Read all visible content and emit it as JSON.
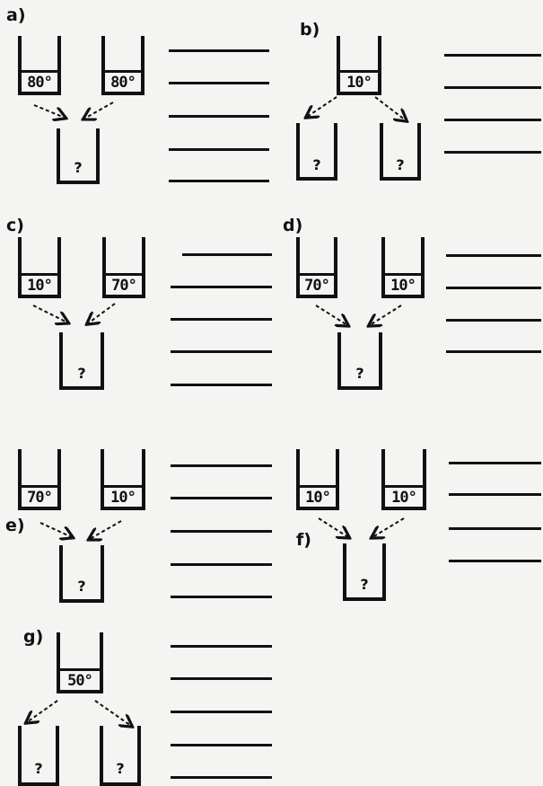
{
  "problems": {
    "a": {
      "label": "a)",
      "left_temp": "80°",
      "right_temp": "80°",
      "result": "?"
    },
    "b": {
      "label": "b)",
      "source_temp": "10°",
      "left_result": "?",
      "right_result": "?"
    },
    "c": {
      "label": "c)",
      "left_temp": "10°",
      "right_temp": "70°",
      "result": "?"
    },
    "d": {
      "label": "d)",
      "left_temp": "70°",
      "right_temp": "10°",
      "result": "?"
    },
    "e": {
      "label": "e)",
      "left_temp": "70°",
      "right_temp": "10°",
      "result": "?"
    },
    "f": {
      "label": "f)",
      "left_temp": "10°",
      "right_temp": "10°",
      "result": "?"
    },
    "g": {
      "label": "g)",
      "source_temp": "50°",
      "left_result": "?",
      "right_result": "?"
    }
  }
}
